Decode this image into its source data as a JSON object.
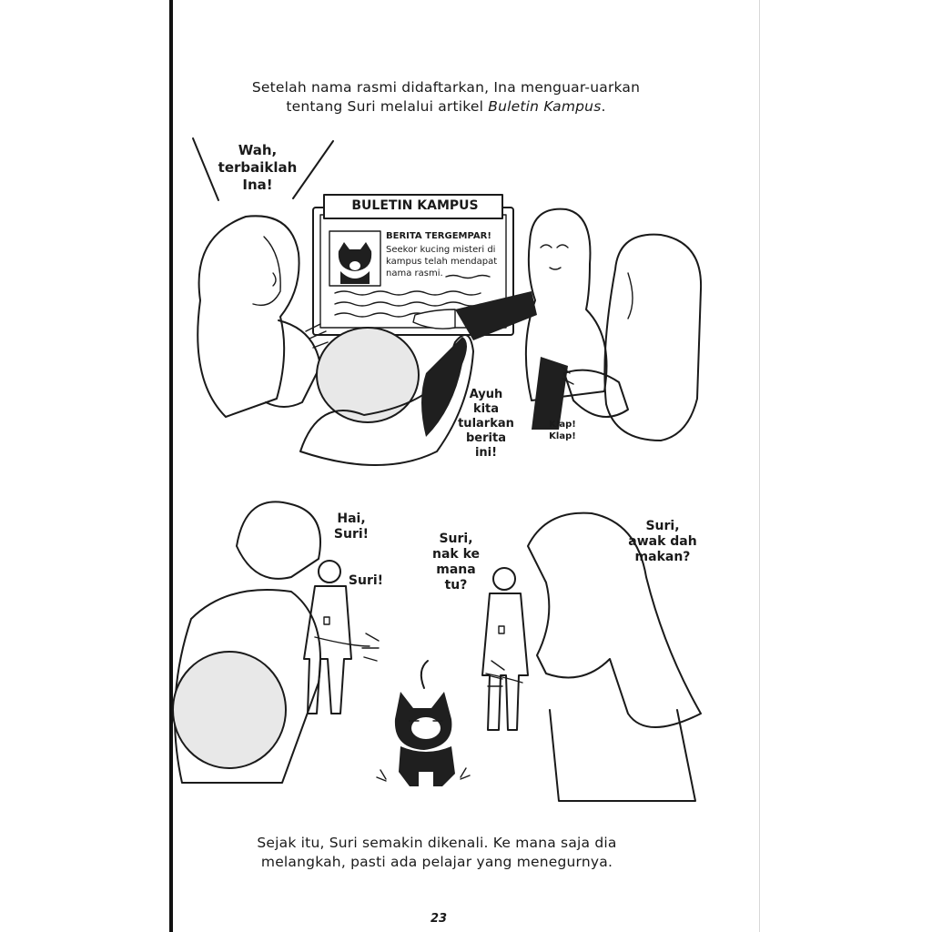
{
  "narration_top": {
    "line1": "Setelah nama rasmi didaftarkan, Ina menguar-uarkan",
    "line2_prefix": "tentang Suri melalui artikel ",
    "line2_italic": "Buletin Kampus",
    "line2_suffix": "."
  },
  "panel1": {
    "bubble_wah": [
      "Wah,",
      "terbaiklah",
      "Ina!"
    ],
    "bulletin_title": "BULETIN KAMPUS",
    "bulletin_headline": "BERITA TERGEMPAR!",
    "bulletin_body": "Seekor kucing misteri di kampus telah mendapat nama rasmi.",
    "bubble_ayuh": [
      "Ayuh",
      "kita",
      "tularkan",
      "berita",
      "ini!"
    ],
    "clap": [
      "Klap!",
      "Klap!"
    ]
  },
  "panel2": {
    "bubble_hai": [
      "Hai,",
      "Suri!"
    ],
    "bubble_suri": "Suri!",
    "bubble_nak": [
      "Suri,",
      "nak ke",
      "mana",
      "tu?"
    ],
    "bubble_makan": [
      "Suri,",
      "awak dah",
      "makan?"
    ]
  },
  "narration_bottom": {
    "line1": "Sejak itu, Suri semakin dikenali. Ke mana saja dia",
    "line2": "melangkah, pasti ada pelajar yang menegurnya."
  },
  "page_number": "23"
}
